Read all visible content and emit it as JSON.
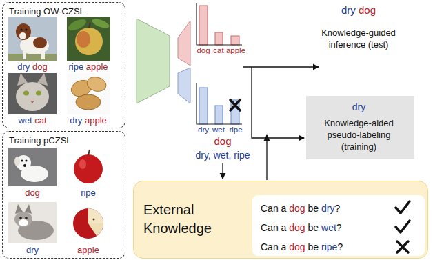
{
  "diagram": {
    "nodes": [
      {
        "text": [
          "Training OW-CZSL"
        ]
      },
      {
        "text": [
          "Training pCZSL"
        ]
      },
      {
        "text": [
          "dry",
          "Knowledge-aided pseudo-labeling (training)"
        ]
      },
      {
        "text": [
          "External Knowledge"
        ]
      },
      {
        "text": [
          "Can a",
          "dog",
          "be",
          "dry",
          "?",
          "Can a",
          "dog",
          "be",
          "wet",
          "?",
          "Can a",
          "dog",
          "be",
          "ripe",
          "?"
        ],
        "in": 3
      }
    ],
    "labels": [
      "dry",
      "dog",
      "ripe",
      "apple",
      "wet",
      "cat",
      "dry",
      "apple",
      "dog",
      "ripe",
      "dry",
      "apple",
      "dog",
      "cat",
      "apple",
      "dry",
      "wet",
      "ripe",
      "dry",
      "dog",
      "Knowledge-guided inference (test)",
      "dog",
      "dry, wet, ripe"
    ]
  }
}
